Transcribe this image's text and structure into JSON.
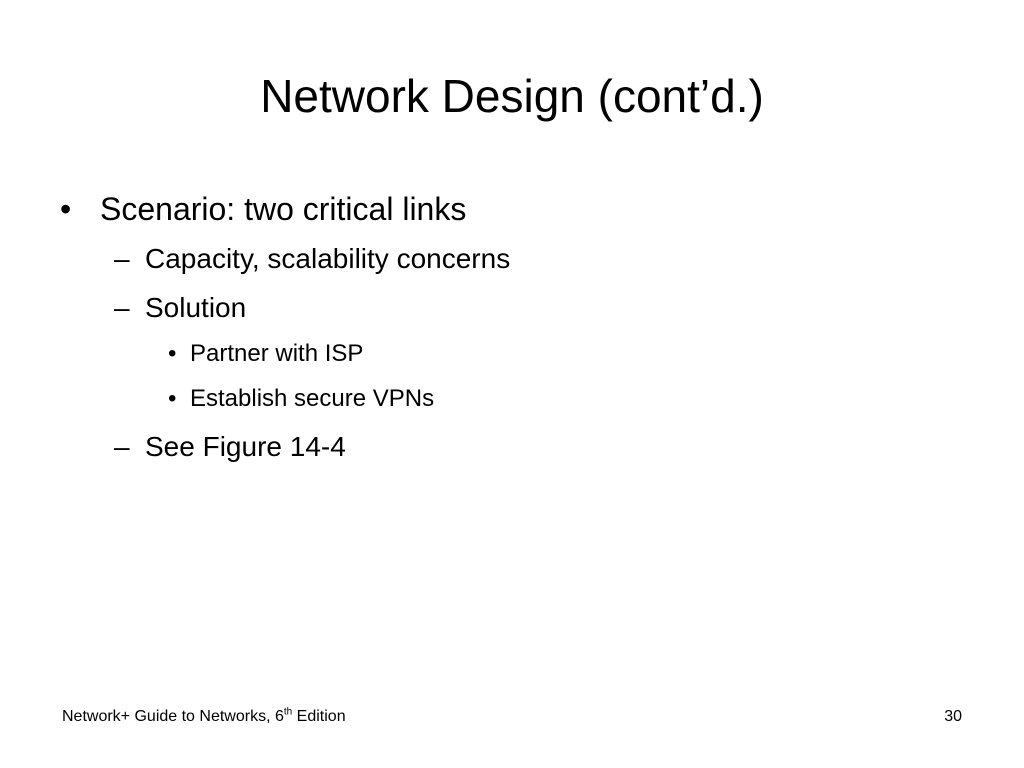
{
  "slide": {
    "title": "Network Design (cont’d.)",
    "bullets": {
      "b1": {
        "marker": "•",
        "text": "Scenario: two critical links"
      },
      "b1_1": {
        "marker": "–",
        "text": "Capacity, scalability concerns"
      },
      "b1_2": {
        "marker": "–",
        "text": "Solution"
      },
      "b1_2_1": {
        "marker": "•",
        "text": "Partner with ISP"
      },
      "b1_2_2": {
        "marker": "•",
        "text": "Establish secure VPNs"
      },
      "b1_3": {
        "marker": "–",
        "text": "See Figure 14-4"
      }
    },
    "footer": {
      "book_prefix": "Network+ Guide to Networks, 6",
      "book_superscript": "th",
      "book_suffix": " Edition",
      "page_number": "30"
    }
  }
}
